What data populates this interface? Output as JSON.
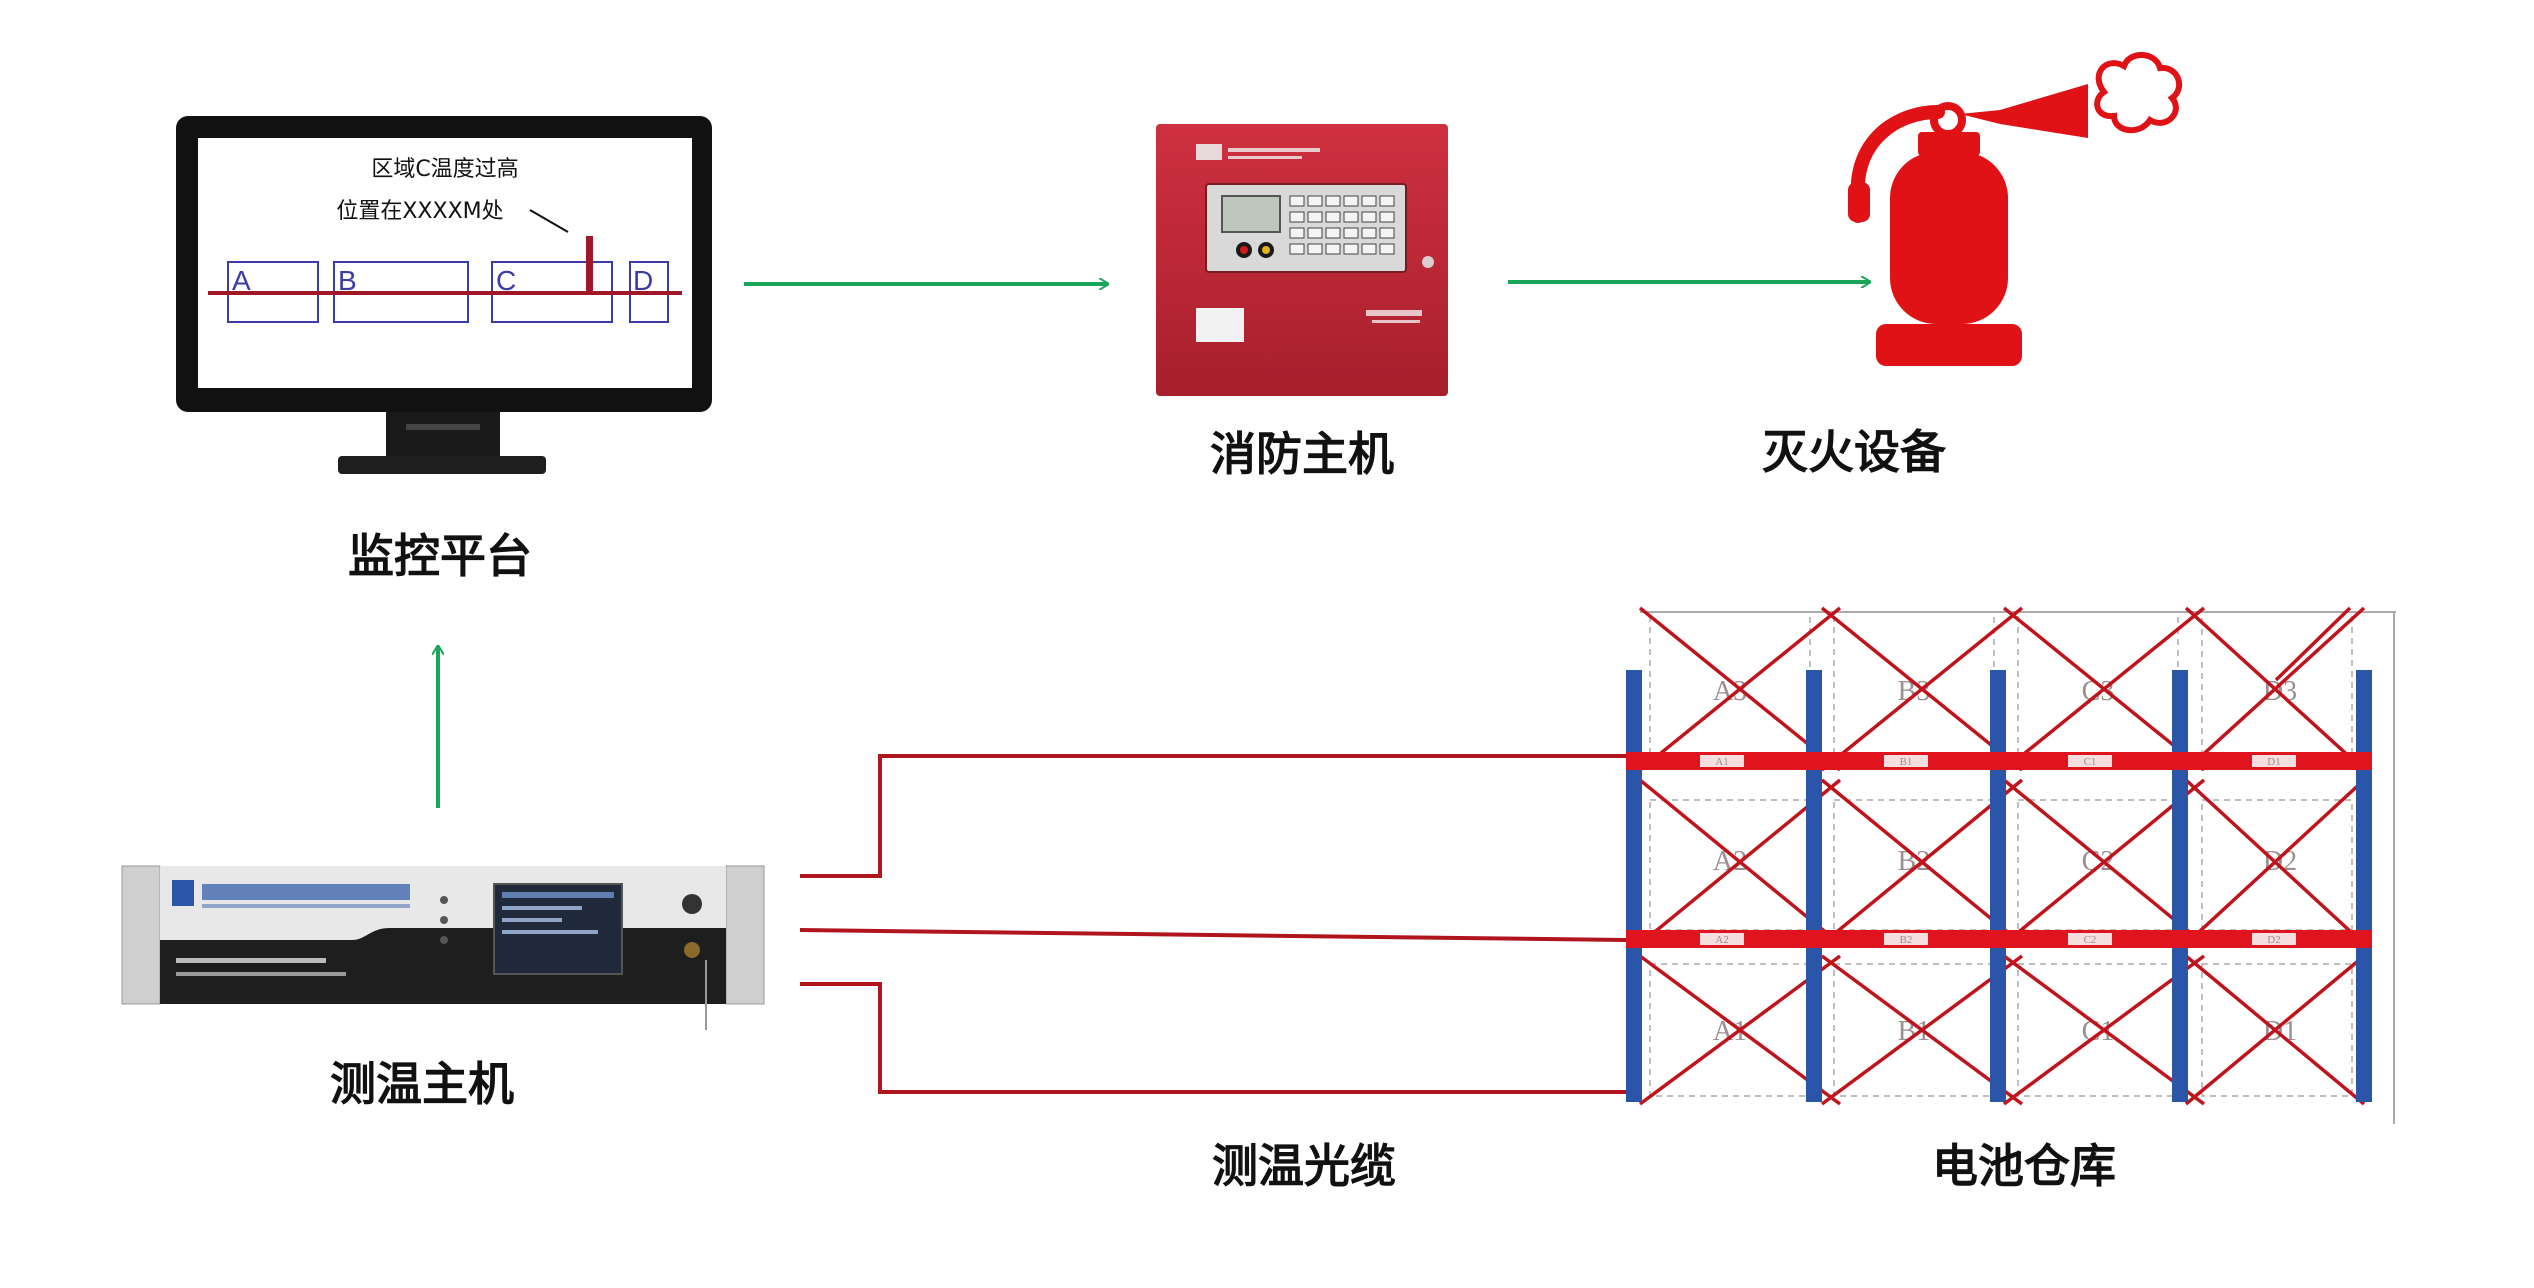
{
  "monitor": {
    "alarm_line1": "区域C温度过高",
    "alarm_line2": "位置在XXXXM处",
    "zones": [
      "A",
      "B",
      "C",
      "D"
    ],
    "caption": "监控平台"
  },
  "fire_host": {
    "caption": "消防主机"
  },
  "extinguisher": {
    "caption": "灭火设备"
  },
  "dts_host": {
    "caption": "测温主机"
  },
  "cable": {
    "caption": "测温光缆"
  },
  "warehouse": {
    "caption": "电池仓库",
    "rows": [
      [
        "A3",
        "B3",
        "C3",
        "D3"
      ],
      [
        "A2",
        "B2",
        "C2",
        "D2"
      ],
      [
        "A1",
        "B1",
        "C1",
        "D1"
      ]
    ],
    "beam_tags": [
      [
        "A1",
        "B1",
        "C1",
        "D1"
      ],
      [
        "A2",
        "B2",
        "C2",
        "D2"
      ]
    ]
  },
  "colors": {
    "arrow": "#1aa65a",
    "fiber": "#b0141c",
    "rack_upright": "#2a55a8",
    "rack_beam": "#e0141e",
    "cross_brace": "#c0141c",
    "extinguisher": "#e01216",
    "zone_box": "#3b3ba8"
  }
}
